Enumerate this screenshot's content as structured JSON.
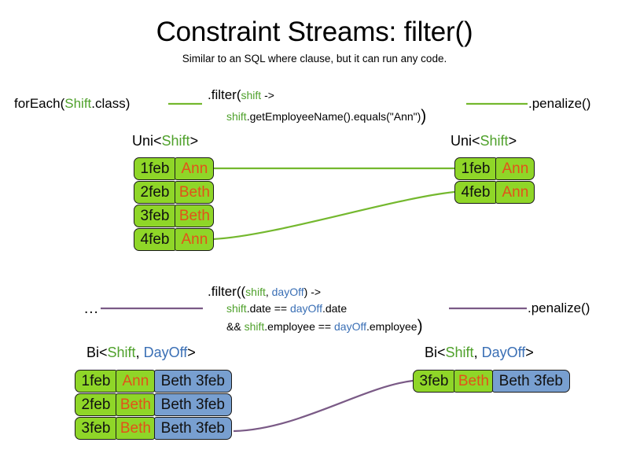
{
  "slide": {
    "title": "Constraint Streams: filter()",
    "subtitle": "Similar to an SQL where clause, but it can run any code."
  },
  "colors": {
    "green_fill": "#8FD628",
    "blue_fill": "#789FD0",
    "green_text": "#4FA12B",
    "blue_text": "#3A6FB5",
    "name_text": "#E2521A",
    "green_line": "#74B82E",
    "purple_line": "#7A5A86"
  },
  "section_uni": {
    "source_label": {
      "prefix": "forEach(",
      "type": "Shift",
      "suffix": ".class)"
    },
    "filter": {
      "head": ".filter(",
      "param": "shift",
      "arrow": " ->",
      "body_var": "shift",
      "body_rest": ".getEmployeeName().equals(\"Ann\")",
      "close": ")"
    },
    "terminal_label": ".penalize()",
    "left_stream": {
      "generic_prefix": "Uni<",
      "generic_type": "Shift",
      "generic_suffix": ">",
      "rows": [
        {
          "date": "1feb",
          "name": "Ann"
        },
        {
          "date": "2feb",
          "name": "Beth"
        },
        {
          "date": "3feb",
          "name": "Beth"
        },
        {
          "date": "4feb",
          "name": "Ann"
        }
      ]
    },
    "right_stream": {
      "generic_prefix": "Uni<",
      "generic_type": "Shift",
      "generic_suffix": ">",
      "rows": [
        {
          "date": "1feb",
          "name": "Ann"
        },
        {
          "date": "4feb",
          "name": "Ann"
        }
      ]
    }
  },
  "section_bi": {
    "source_label": "...",
    "filter": {
      "head": ".filter((",
      "param1": "shift",
      "comma": ", ",
      "param2": "dayOff",
      "arrow": ") ->",
      "line2_var1": "shift",
      "line2_mid": ".date == ",
      "line2_var2": "dayOff",
      "line2_end": ".date",
      "line3_and": "&& ",
      "line3_var1": "shift",
      "line3_mid": ".employee == ",
      "line3_var2": "dayOff",
      "line3_end": ".employee",
      "close": ")"
    },
    "terminal_label": ".penalize()",
    "left_stream": {
      "generic_prefix": "Bi<",
      "generic_type1": "Shift",
      "generic_comma": ", ",
      "generic_type2": "DayOff",
      "generic_suffix": ">",
      "rows": [
        {
          "date": "1feb",
          "name": "Ann",
          "dayoff": "Beth 3feb"
        },
        {
          "date": "2feb",
          "name": "Beth",
          "dayoff": "Beth 3feb"
        },
        {
          "date": "3feb",
          "name": "Beth",
          "dayoff": "Beth 3feb"
        }
      ]
    },
    "right_stream": {
      "generic_prefix": "Bi<",
      "generic_type1": "Shift",
      "generic_comma": ", ",
      "generic_type2": "DayOff",
      "generic_suffix": ">",
      "rows": [
        {
          "date": "3feb",
          "name": "Beth",
          "dayoff": "Beth 3feb"
        }
      ]
    }
  }
}
